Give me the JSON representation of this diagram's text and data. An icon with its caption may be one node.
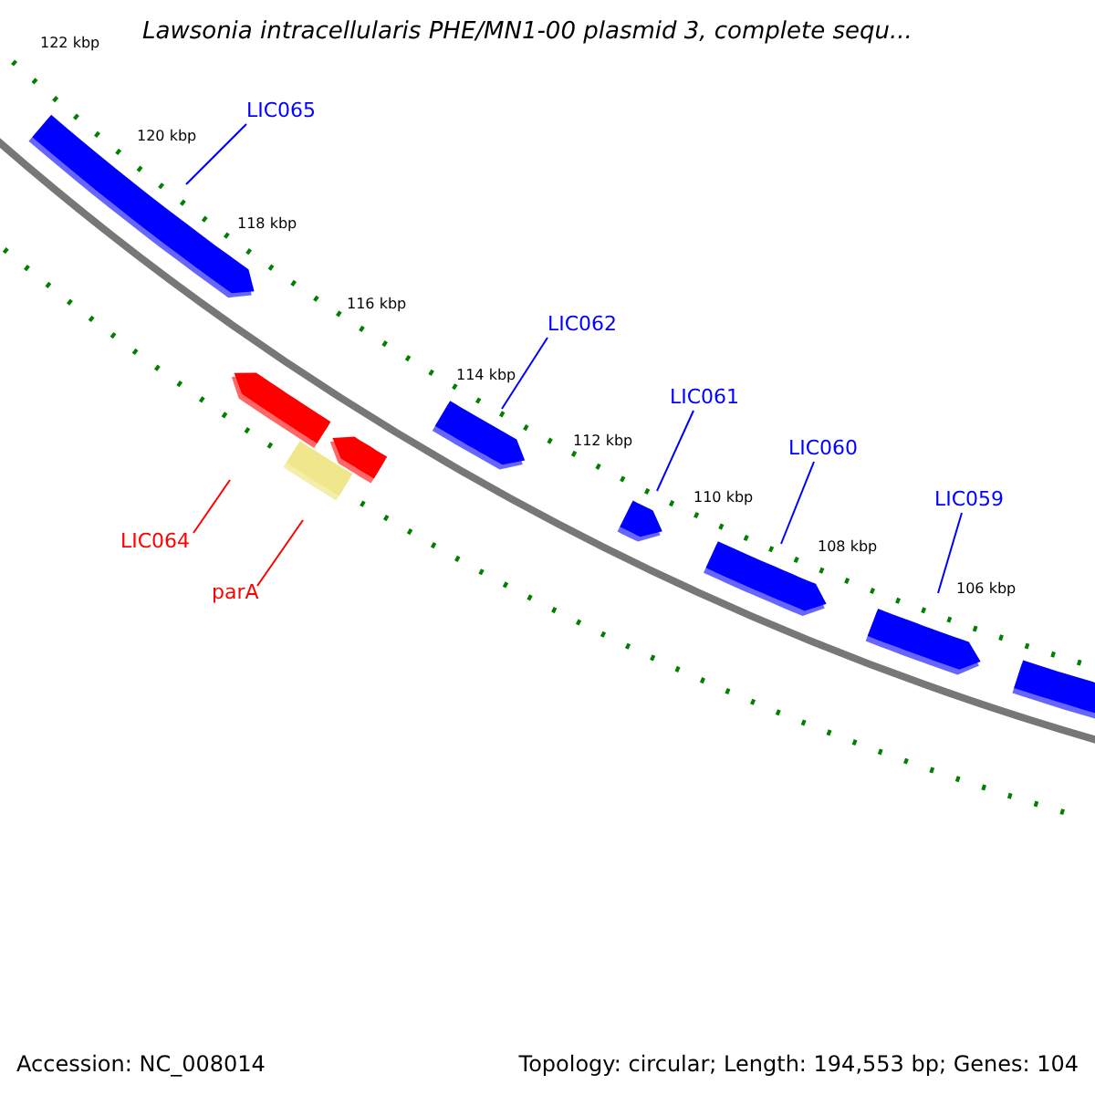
{
  "diagram": {
    "title": "Lawsonia intracellularis PHE/MN1-00 plasmid 3, complete sequ...",
    "nodes": [
      {
        "text": [
          "LIC065"
        ]
      },
      {
        "text": [
          "LIC062"
        ]
      },
      {
        "text": [
          "LIC061"
        ]
      },
      {
        "text": [
          "LIC060"
        ]
      },
      {
        "text": [
          "LIC059"
        ]
      },
      {
        "text": [
          "LIC064"
        ]
      },
      {
        "text": [
          "parA"
        ]
      }
    ],
    "edges": [
      {
        "from": 0,
        "to": null,
        "arrow": "none"
      },
      {
        "from": 1,
        "to": null,
        "arrow": "none"
      },
      {
        "from": 2,
        "to": null,
        "arrow": "none"
      },
      {
        "from": 3,
        "to": null,
        "arrow": "none"
      },
      {
        "from": 4,
        "to": null,
        "arrow": "none"
      },
      {
        "from": 5,
        "to": null,
        "arrow": "none",
        "color": "#ff0000"
      },
      {
        "from": 6,
        "to": null,
        "arrow": "none",
        "color": "#ff0000"
      }
    ],
    "labels": [
      "122 kbp",
      "120 kbp",
      "118 kbp",
      "116 kbp",
      "114 kbp",
      "112 kbp",
      "110 kbp",
      "108 kbp",
      "106 kbp",
      "Accession: NC_008014",
      "Topology: circular; Length: 194,553 bp; Genes: 104"
    ]
  }
}
